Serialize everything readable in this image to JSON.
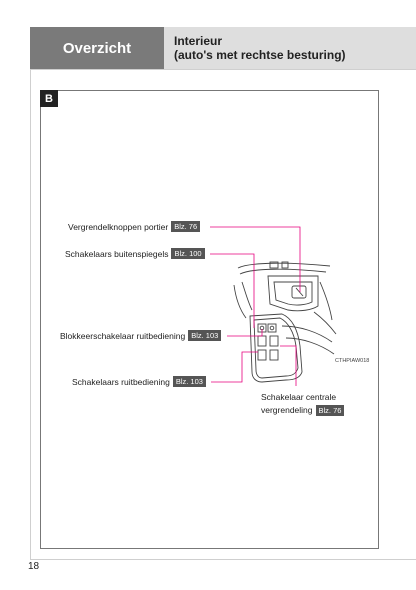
{
  "header": {
    "tab_label": "Overzicht",
    "title_line1": "Interieur",
    "title_line2": "(auto's met rechtse besturing)"
  },
  "section": {
    "badge": "B"
  },
  "callouts": [
    {
      "text": "Vergrendelknoppen portier",
      "ref": "Blz. 76"
    },
    {
      "text": "Schakelaars buitenspiegels",
      "ref": "Blz. 100"
    },
    {
      "text": "Blokkeerschakelaar ruitbediening",
      "ref": "Blz. 103"
    },
    {
      "text": "Schakelaars ruitbediening",
      "ref": "Blz. 103"
    },
    {
      "text_line1": "Schakelaar centrale",
      "text_line2": "vergrendeling",
      "ref": "Blz. 76"
    }
  ],
  "image_code": "CTHPIAW018",
  "page_number": "18",
  "colors": {
    "leader": "#e6007e",
    "tab": "#7a7a7a",
    "title_box": "#dedede",
    "ref_badge": "#555555"
  }
}
